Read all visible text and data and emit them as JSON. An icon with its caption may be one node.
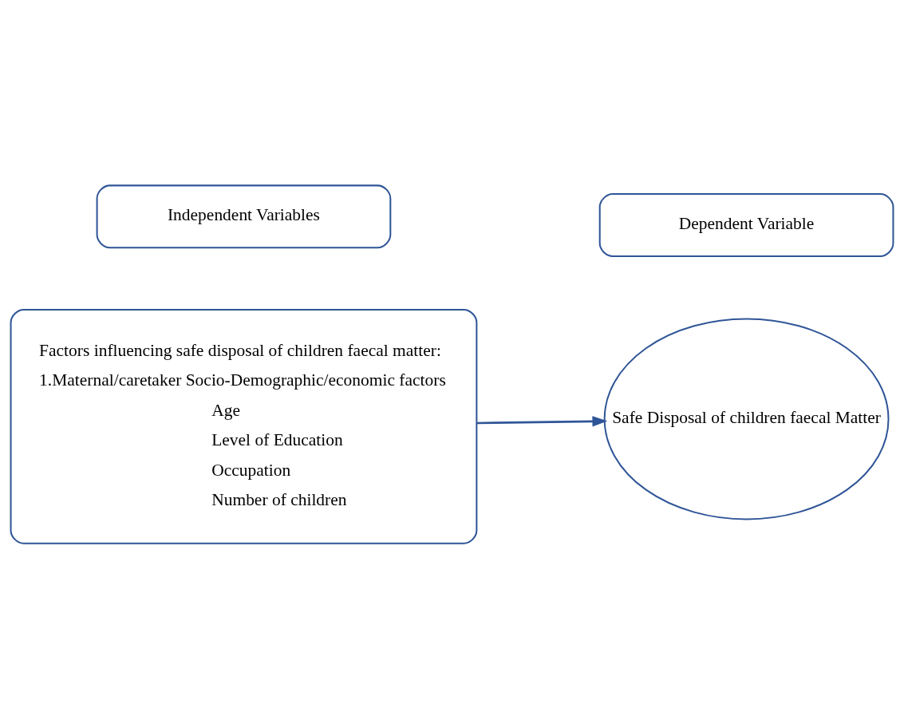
{
  "diagram": {
    "nodes": [
      {
        "text": [
          "Independent Variables"
        ]
      },
      {
        "text": [
          "Dependent Variable"
        ]
      },
      {
        "text": [
          "Factors influencing safe disposal of children faecal matter:",
          "1.Maternal/caretaker Socio-Demographic/economic factors",
          "Age",
          "Level of Education",
          "Occupation",
          "Number of children"
        ]
      },
      {
        "text": [
          "Safe Disposal of children faecal Matter"
        ]
      }
    ],
    "edges": [
      {
        "from": 2,
        "to": 3,
        "arrow": "to"
      }
    ]
  }
}
